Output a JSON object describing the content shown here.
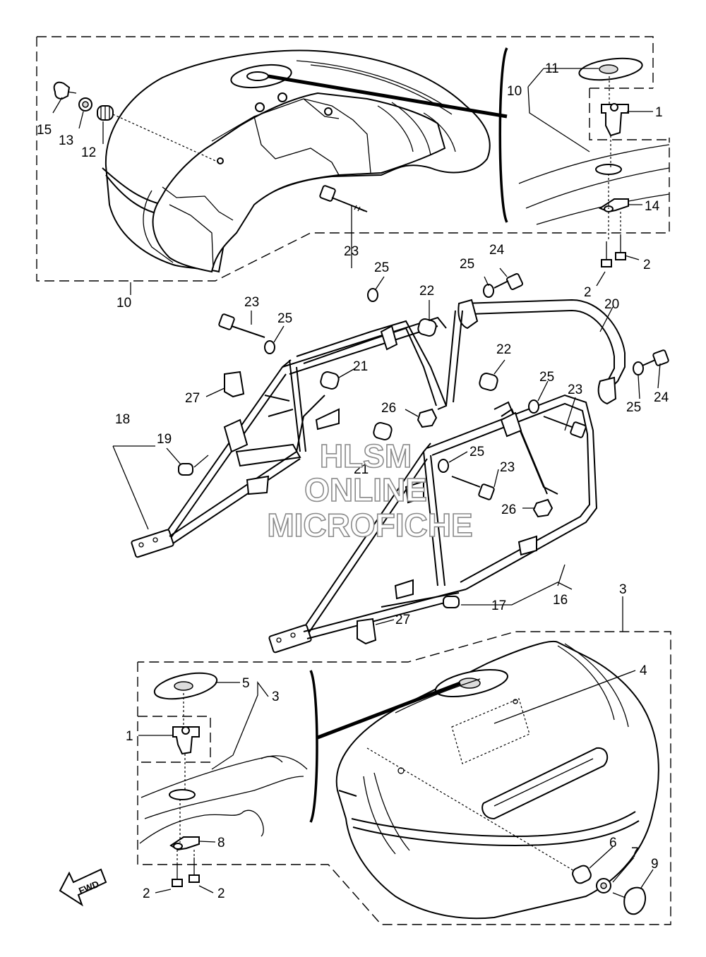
{
  "watermark": {
    "line1": "HLSM",
    "line2": "ONLINE",
    "line3": "MICROFICHE"
  },
  "fwd_label": "FWD",
  "callouts": {
    "c1a": "1",
    "c1b": "1",
    "c2a": "2",
    "c2b": "2",
    "c2c": "2",
    "c2d": "2",
    "c3a": "3",
    "c3b": "3",
    "c4": "4",
    "c5": "5",
    "c6": "6",
    "c7": "7",
    "c8": "8",
    "c9": "9",
    "c10a": "10",
    "c10b": "10",
    "c11": "11",
    "c12": "12",
    "c13": "13",
    "c14": "14",
    "c15": "15",
    "c16": "16",
    "c17": "17",
    "c18": "18",
    "c19": "19",
    "c20": "20",
    "c21a": "21",
    "c21b": "21",
    "c22a": "22",
    "c22b": "22",
    "c23a": "23",
    "c23b": "23",
    "c23c": "23",
    "c23d": "23",
    "c24a": "24",
    "c24b": "24",
    "c25a": "25",
    "c25b": "25",
    "c25c": "25",
    "c25d": "25",
    "c25e": "25",
    "c25f": "25",
    "c26a": "26",
    "c26b": "26",
    "c27a": "27",
    "c27b": "27"
  }
}
